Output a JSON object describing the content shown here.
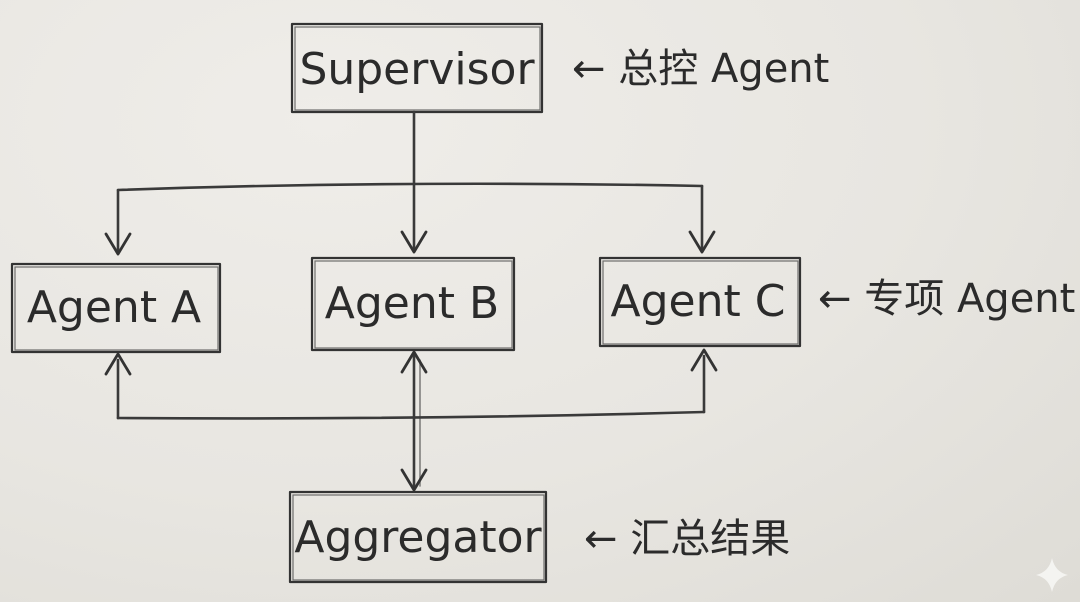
{
  "nodes": {
    "supervisor": "Supervisor",
    "agent_a": "Agent A",
    "agent_b": "Agent B",
    "agent_c": "Agent C",
    "aggregator": "Aggregator"
  },
  "annotations": {
    "supervisor_note": "← 总控 Agent",
    "agents_note": "← 专项 Agent",
    "aggregator_note": "← 汇总结果"
  },
  "edges": [
    {
      "from": "Supervisor",
      "to": "Agent A"
    },
    {
      "from": "Supervisor",
      "to": "Agent B"
    },
    {
      "from": "Supervisor",
      "to": "Agent C"
    },
    {
      "from": "Aggregator",
      "to": "Agent A"
    },
    {
      "from": "Aggregator",
      "to": "Agent B"
    },
    {
      "from": "Aggregator",
      "to": "Agent C"
    },
    {
      "from": "Agent B",
      "to": "Aggregator"
    }
  ],
  "icons": {
    "corner_mark": "sparkle-icon"
  }
}
